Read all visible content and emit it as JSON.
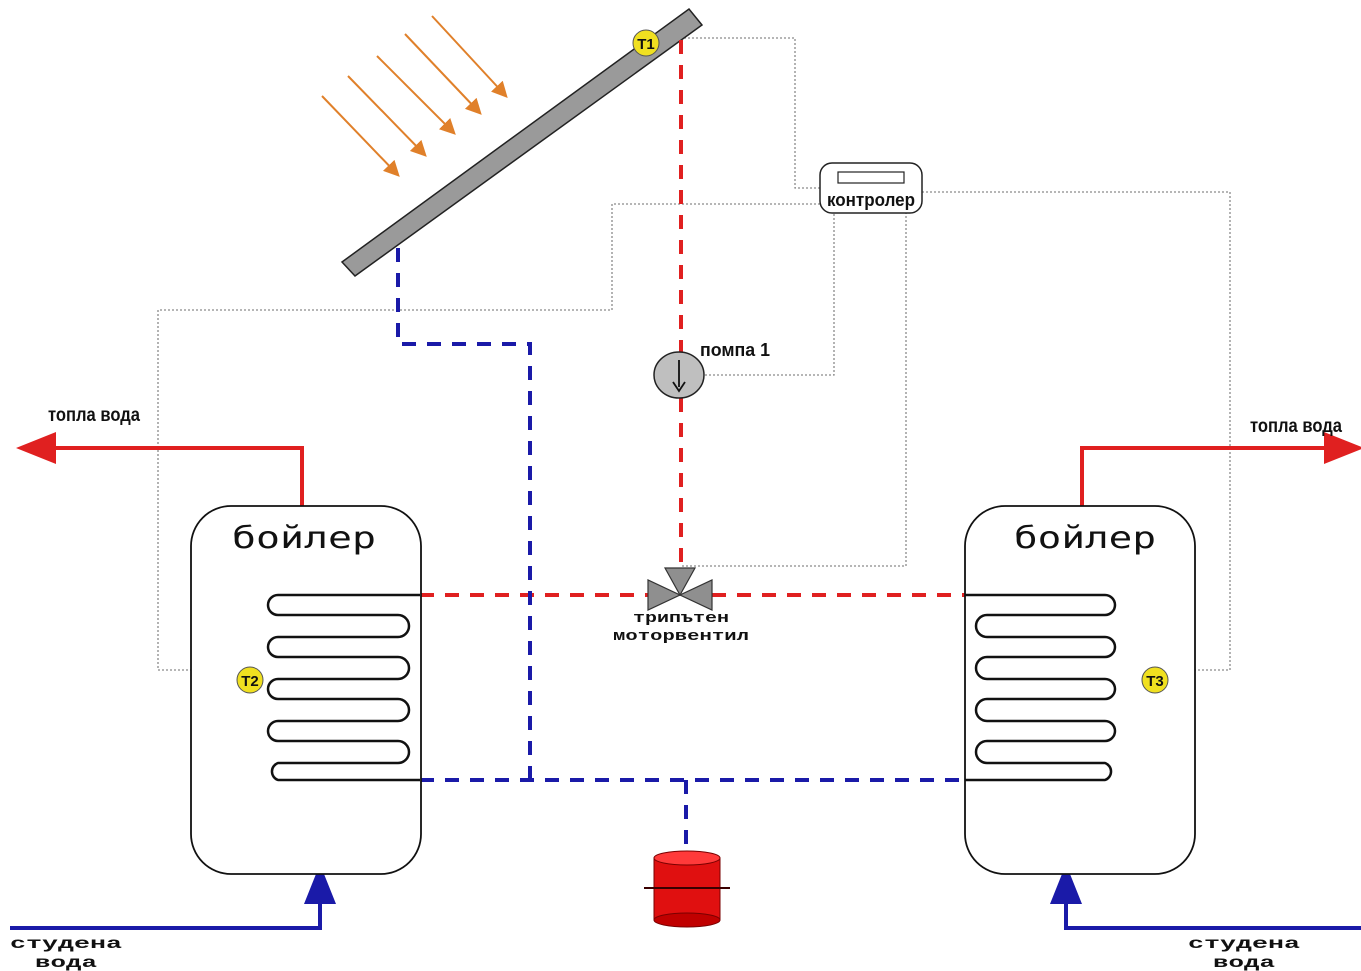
{
  "labels": {
    "hot_water_left": "топла вода",
    "hot_water_right": "топла вода",
    "cold_water_left_1": "студена",
    "cold_water_left_2": "вода",
    "cold_water_right_1": "студена",
    "cold_water_right_2": "вода",
    "boiler_left": "бойлер",
    "boiler_right": "бойлер",
    "controller": "контролер",
    "pump": "помпа 1",
    "valve_1": "трипътен",
    "valve_2": "моторвентил",
    "sensor_t1": "T1",
    "sensor_t2": "T2",
    "sensor_t3": "T3"
  },
  "colors": {
    "hot": "#e02020",
    "cold": "#1a1aa8",
    "signal": "#8a8a8a",
    "collector": "#9a9a9a",
    "sun_rays": "#e0802a",
    "sensor": "#f0e020",
    "tank": "#e01010"
  }
}
